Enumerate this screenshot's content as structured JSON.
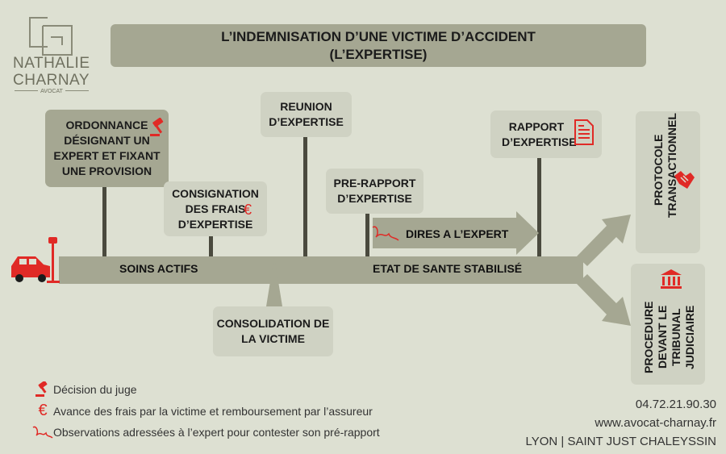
{
  "logo": {
    "line1": "NATHALIE",
    "line2": "CHARNAY",
    "line3": "AVOCAT"
  },
  "title": {
    "line1": "L’INDEMNISATION D’UNE VICTIME D’ACCIDENT",
    "line2": "(L’EXPERTISE)"
  },
  "timeline": {
    "segment1": "SOINS ACTIFS",
    "segment2": "ETAT DE SANTE STABILISÉ",
    "dires": "DIRES A L’EXPERT"
  },
  "events": {
    "ordonnance": "ORDONNANCE DÉSIGNANT UN EXPERT ET FIXANT UNE PROVISION",
    "consignation": "CONSIGNATION DES FRAIS D’EXPERTISE",
    "reunion": "REUNION D’EXPERTISE",
    "pre_rapport": "PRE-RAPPORT D’EXPERTISE",
    "rapport": "RAPPORT D’EXPERTISE",
    "consolidation": "CONSOLIDATION DE LA VICTIME"
  },
  "outcomes": {
    "protocole": "PROTOCOLE TRANSACTIONNEL",
    "procedure": "PROCEDURE DEVANT LE TRIBUNAL JUDICIAIRE"
  },
  "legend": [
    {
      "icon": "gavel-icon",
      "text": "Décision du juge"
    },
    {
      "icon": "euro-icon",
      "text": "Avance des frais par la victime et remboursement par l’assureur"
    },
    {
      "icon": "signature-icon",
      "text": "Observations adressées à l’expert pour contester son pré-rapport"
    }
  ],
  "contact": {
    "phone": "04.72.21.90.30",
    "website": "www.avocat-charnay.fr",
    "location": "LYON | SAINT JUST CHALEYSSIN"
  },
  "colors": {
    "background": "#dde0d2",
    "timeline": "#a5a792",
    "box": "#cfd2c3",
    "accent": "#e02a26"
  }
}
